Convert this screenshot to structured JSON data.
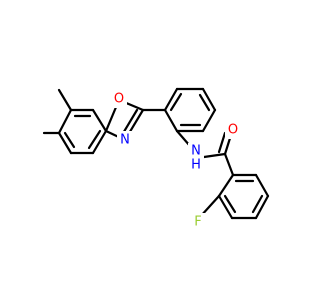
{
  "molecule": {
    "atoms": {
      "oxazole_o": {
        "label": "O",
        "color": "#ff0000"
      },
      "oxazole_n": {
        "label": "N",
        "color": "#0000ff"
      },
      "amide_n": {
        "label": "N",
        "color": "#0000ff"
      },
      "amide_h": {
        "label": "H",
        "color": "#0000ff"
      },
      "carbonyl_o": {
        "label": "O",
        "color": "#ff0000"
      },
      "fluorine": {
        "label": "F",
        "color": "#9acd32"
      }
    },
    "bond_color": "#000000"
  }
}
